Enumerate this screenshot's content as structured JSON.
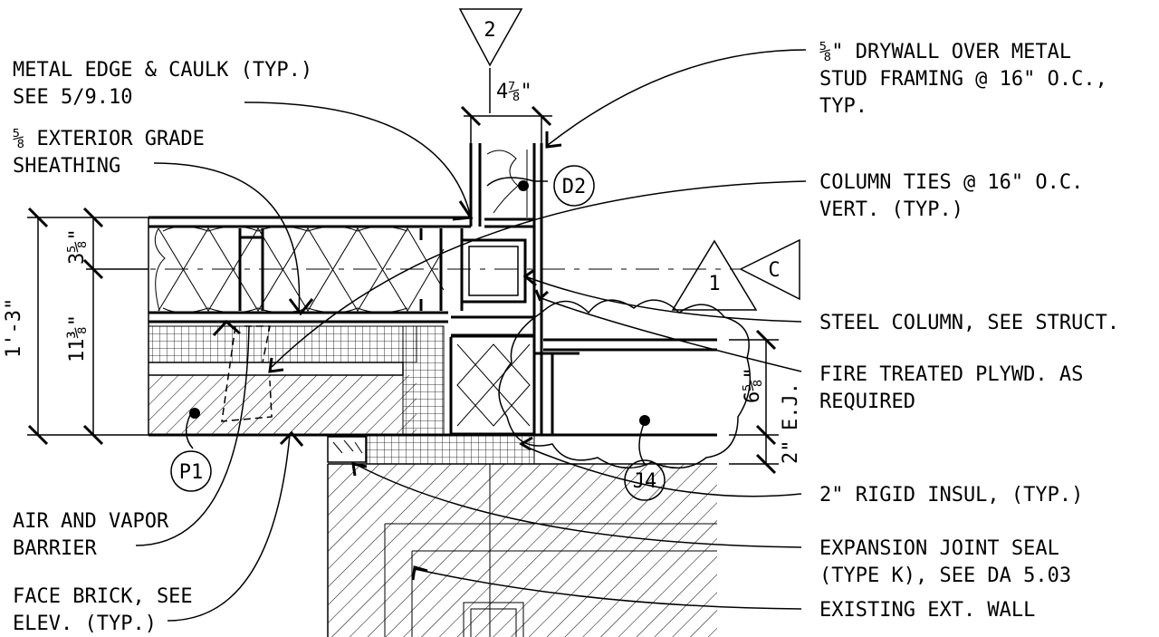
{
  "labels": {
    "left": [
      "METAL EDGE & CAULK (TYP.)",
      "SEE 5/9.10",
      "⅝ EXTERIOR GRADE",
      "SHEATHING",
      "AIR AND VAPOR",
      "BARRIER",
      "FACE BRICK, SEE",
      "ELEV. (TYP.)"
    ],
    "right": [
      "⅝\" DRYWALL OVER METAL",
      "STUD FRAMING @ 16\" O.C.,",
      "TYP.",
      "COLUMN TIES @ 16\" O.C.",
      "VERT. (TYP.)",
      "STEEL COLUMN, SEE STRUCT.",
      "FIRE TREATED PLYWD. AS",
      "REQUIRED",
      "2\" RIGID INSUL, (TYP.)",
      "EXPANSION JOINT SEAL",
      "(TYPE K), SEE DA 5.03",
      "EXISTING EXT. WALL"
    ]
  },
  "dimensions": {
    "overall": "1'-3\"",
    "upper": "3⅝\"",
    "lower": "11⅜\"",
    "wall_thickness": "4⅞\"",
    "joint_height": "6⅝\"",
    "joint_label": "E.J.",
    "bottom": "2\""
  },
  "tags": {
    "section_top": "2",
    "section_right": "1",
    "ref_c": "C",
    "d2": "D2",
    "p1": "P1",
    "j4": "J4"
  }
}
